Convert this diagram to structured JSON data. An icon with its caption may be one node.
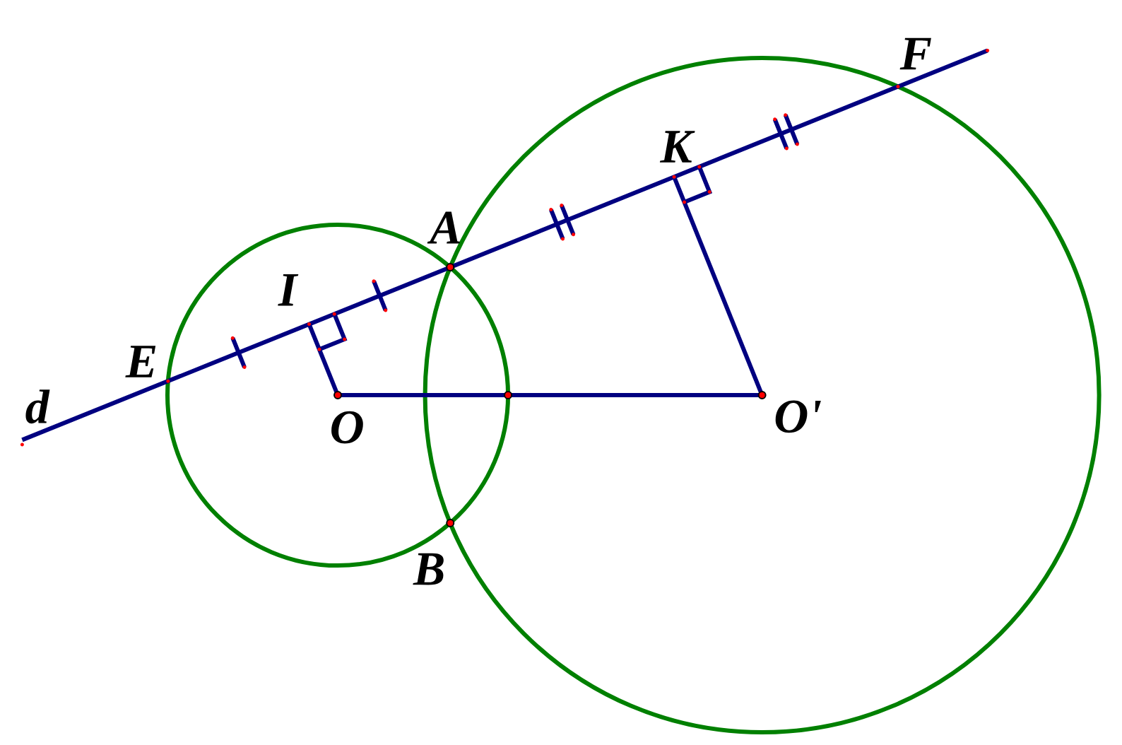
{
  "diagram": {
    "labels": [
      "F",
      "K",
      "A",
      "I",
      "E",
      "d",
      "O",
      "O'",
      "B"
    ]
  }
}
